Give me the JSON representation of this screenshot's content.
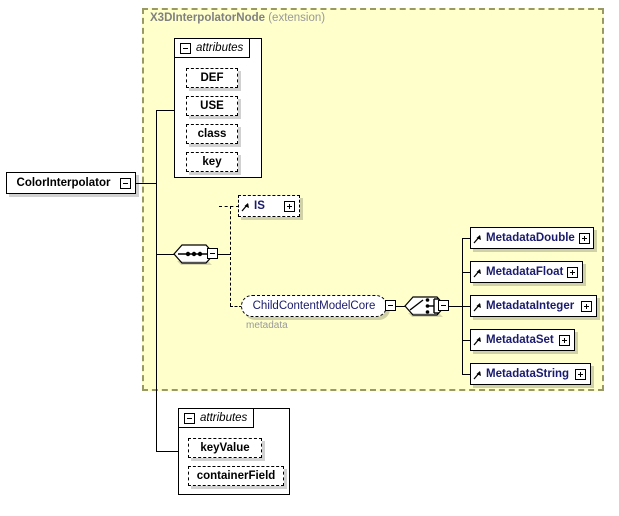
{
  "diagram": {
    "type": "xsd-schema-diagram",
    "root_element": {
      "label": "ColorInterpolator",
      "toggle": "minus"
    },
    "extension": {
      "name": "X3DInterpolatorNode",
      "kind": "(extension)"
    },
    "top_attributes": {
      "group_label": "attributes",
      "toggle": "minus",
      "items": [
        {
          "label": "DEF"
        },
        {
          "label": "USE"
        },
        {
          "label": "class"
        },
        {
          "label": "key"
        }
      ]
    },
    "sequence": {
      "icon": "sequence-compositor-icon",
      "toggle": "minus"
    },
    "branches": [
      {
        "label": "IS",
        "toggle": "plus",
        "style": "dashed-ref"
      },
      {
        "label": "ChildContentModelCore",
        "caption": "metadata",
        "toggle": "minus",
        "style": "group-ref"
      }
    ],
    "choice": {
      "icon": "choice-compositor-icon",
      "toggle": "minus"
    },
    "metadata_children": [
      {
        "label": "MetadataDouble",
        "toggle": "plus"
      },
      {
        "label": "MetadataFloat",
        "toggle": "plus"
      },
      {
        "label": "MetadataInteger",
        "toggle": "plus"
      },
      {
        "label": "MetadataSet",
        "toggle": "plus"
      },
      {
        "label": "MetadataString",
        "toggle": "plus"
      }
    ],
    "bottom_attributes": {
      "group_label": "attributes",
      "toggle": "minus",
      "items": [
        {
          "label": "keyValue"
        },
        {
          "label": "containerField"
        }
      ]
    },
    "colors": {
      "extension_fill": "#ffffcc",
      "extension_border": "#999966",
      "element_text": "#1a1a6e",
      "caption_text": "#999999",
      "title_text": "#808080"
    }
  }
}
